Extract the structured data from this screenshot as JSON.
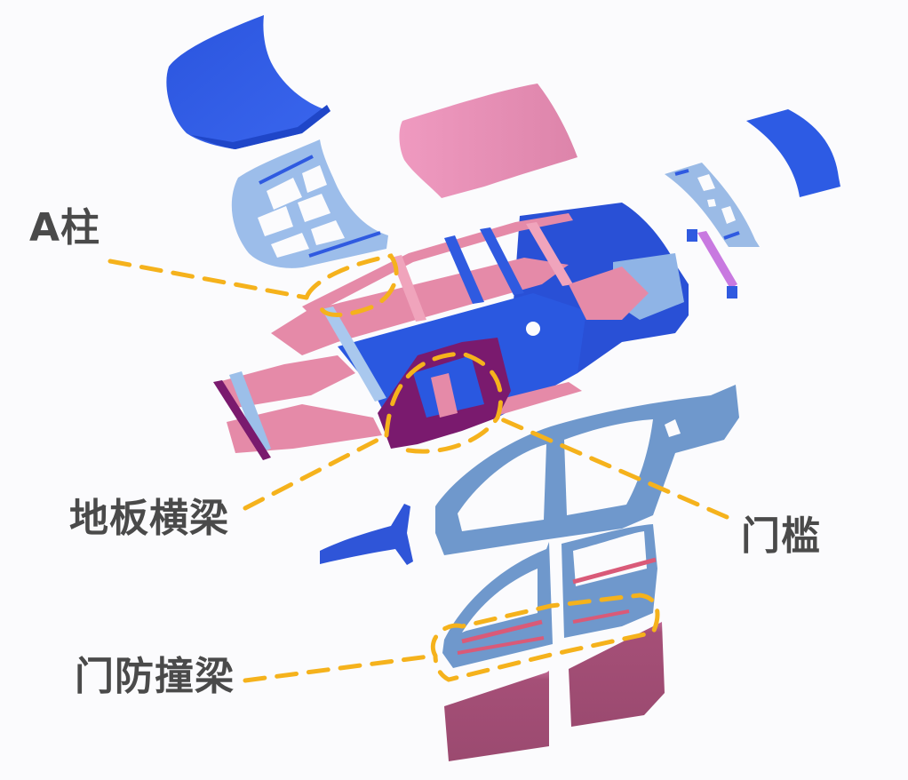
{
  "diagram": {
    "type": "exploded-view car body-in-white",
    "background": "#fbfbfd",
    "colors": {
      "outer_panel_blue": "#2f5ae0",
      "inner_panel_lightblue": "#8fb4e6",
      "side_frame_steelblue": "#6f98cc",
      "structure_pink": "#e58aa8",
      "roof_pink": "#e48bb0",
      "reinforcement_purple": "#7a1a6e",
      "door_outer_mauve": "#a24d75",
      "beam_violet": "#c879e0",
      "callout_dash_orange": "#f5b21c",
      "label_text": "#4a4a4a"
    },
    "parts": [
      {
        "id": "hood-outer",
        "label": "hood outer panel",
        "color": "outer_panel_blue"
      },
      {
        "id": "hood-inner",
        "label": "hood inner panel",
        "color": "inner_panel_lightblue"
      },
      {
        "id": "roof",
        "label": "roof panel",
        "color": "roof_pink"
      },
      {
        "id": "trunk-lid-outer",
        "label": "trunk lid outer",
        "color": "outer_panel_blue"
      },
      {
        "id": "trunk-lid-inner",
        "label": "trunk lid inner",
        "color": "inner_panel_lightblue"
      },
      {
        "id": "rear-bumper-beam",
        "label": "rear bumper beam",
        "color": "beam_violet"
      },
      {
        "id": "body-frame",
        "label": "body-in-white frame",
        "color": "structure_pink"
      },
      {
        "id": "side-frame",
        "label": "body side outer",
        "color": "side_frame_steelblue"
      },
      {
        "id": "front-fender",
        "label": "front fender",
        "color": "outer_panel_blue"
      },
      {
        "id": "door-inner-front",
        "label": "front door inner",
        "color": "side_frame_steelblue"
      },
      {
        "id": "door-inner-rear",
        "label": "rear door inner",
        "color": "side_frame_steelblue"
      },
      {
        "id": "door-outer-front",
        "label": "front door outer",
        "color": "door_outer_mauve"
      },
      {
        "id": "door-outer-rear",
        "label": "rear door outer",
        "color": "door_outer_mauve"
      }
    ],
    "callouts": [
      {
        "id": "a-pillar",
        "text": "A柱"
      },
      {
        "id": "floor-crossmember",
        "text": "地板横梁"
      },
      {
        "id": "door-sill",
        "text": "门槛"
      },
      {
        "id": "door-impact-beam",
        "text": "门防撞梁"
      }
    ]
  }
}
